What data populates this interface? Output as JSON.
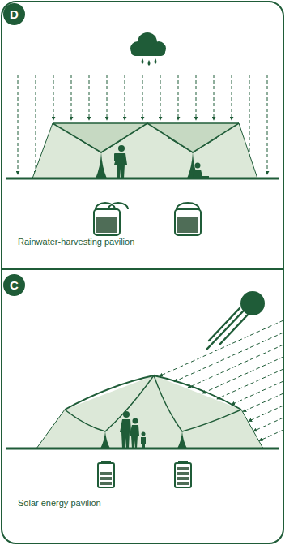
{
  "diagram": {
    "nodes": [
      {
        "text": [
          "D"
        ]
      },
      {
        "text": [
          "C"
        ]
      }
    ],
    "labels": [
      "Rainwater-harvesting pavilion",
      "Solar energy pavilion"
    ]
  }
}
